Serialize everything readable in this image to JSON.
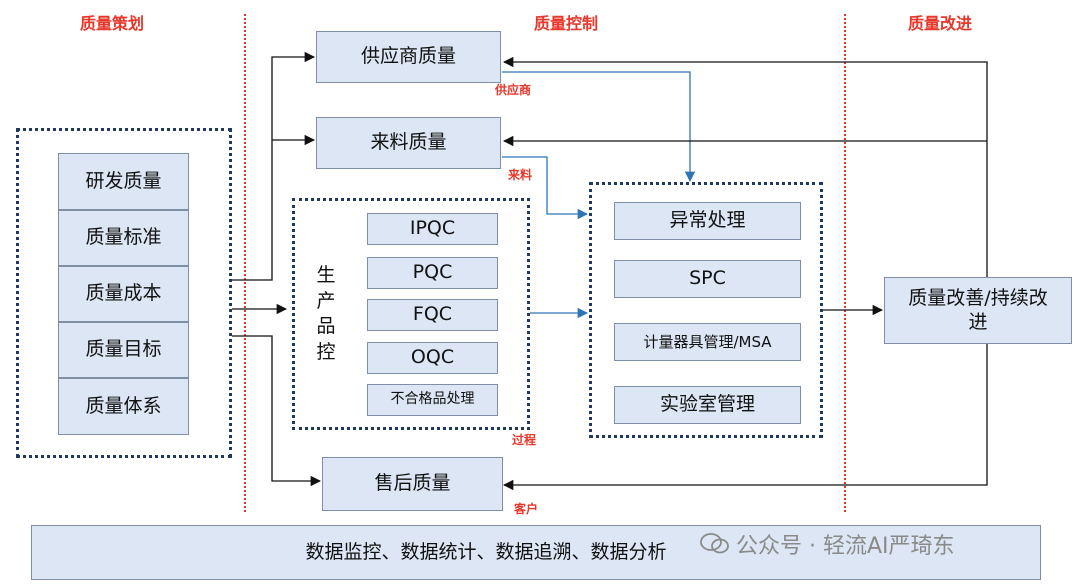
{
  "sections": {
    "planning": "质量策划",
    "control": "质量控制",
    "improvement": "质量改进"
  },
  "planning_items": [
    "研发质量",
    "质量标准",
    "质量成本",
    "质量目标",
    "质量体系"
  ],
  "supplier_quality": "供应商质量",
  "incoming_quality": "来料质量",
  "production_control": "生产品控",
  "process_items": [
    "IPQC",
    "PQC",
    "FQC",
    "OQC",
    "不合格品处理"
  ],
  "after_sales_quality": "售后质量",
  "handling_items": [
    "异常处理",
    "SPC",
    "计量器具管理/MSA",
    "实验室管理"
  ],
  "improvement_box": "质量改善/持续改进",
  "flow_labels": {
    "supplier": "供应商",
    "incoming": "来料",
    "process": "过程",
    "customer": "客户"
  },
  "data_bar": "数据监控、数据统计、数据追溯、数据分析",
  "watermark": "公众号 · 轻流AI严琦东",
  "colors": {
    "accent_red": "#e8372b",
    "box_fill": "#dce6f4",
    "dotted_border": "#1f3864",
    "blue_arrow": "#2e75b6"
  }
}
